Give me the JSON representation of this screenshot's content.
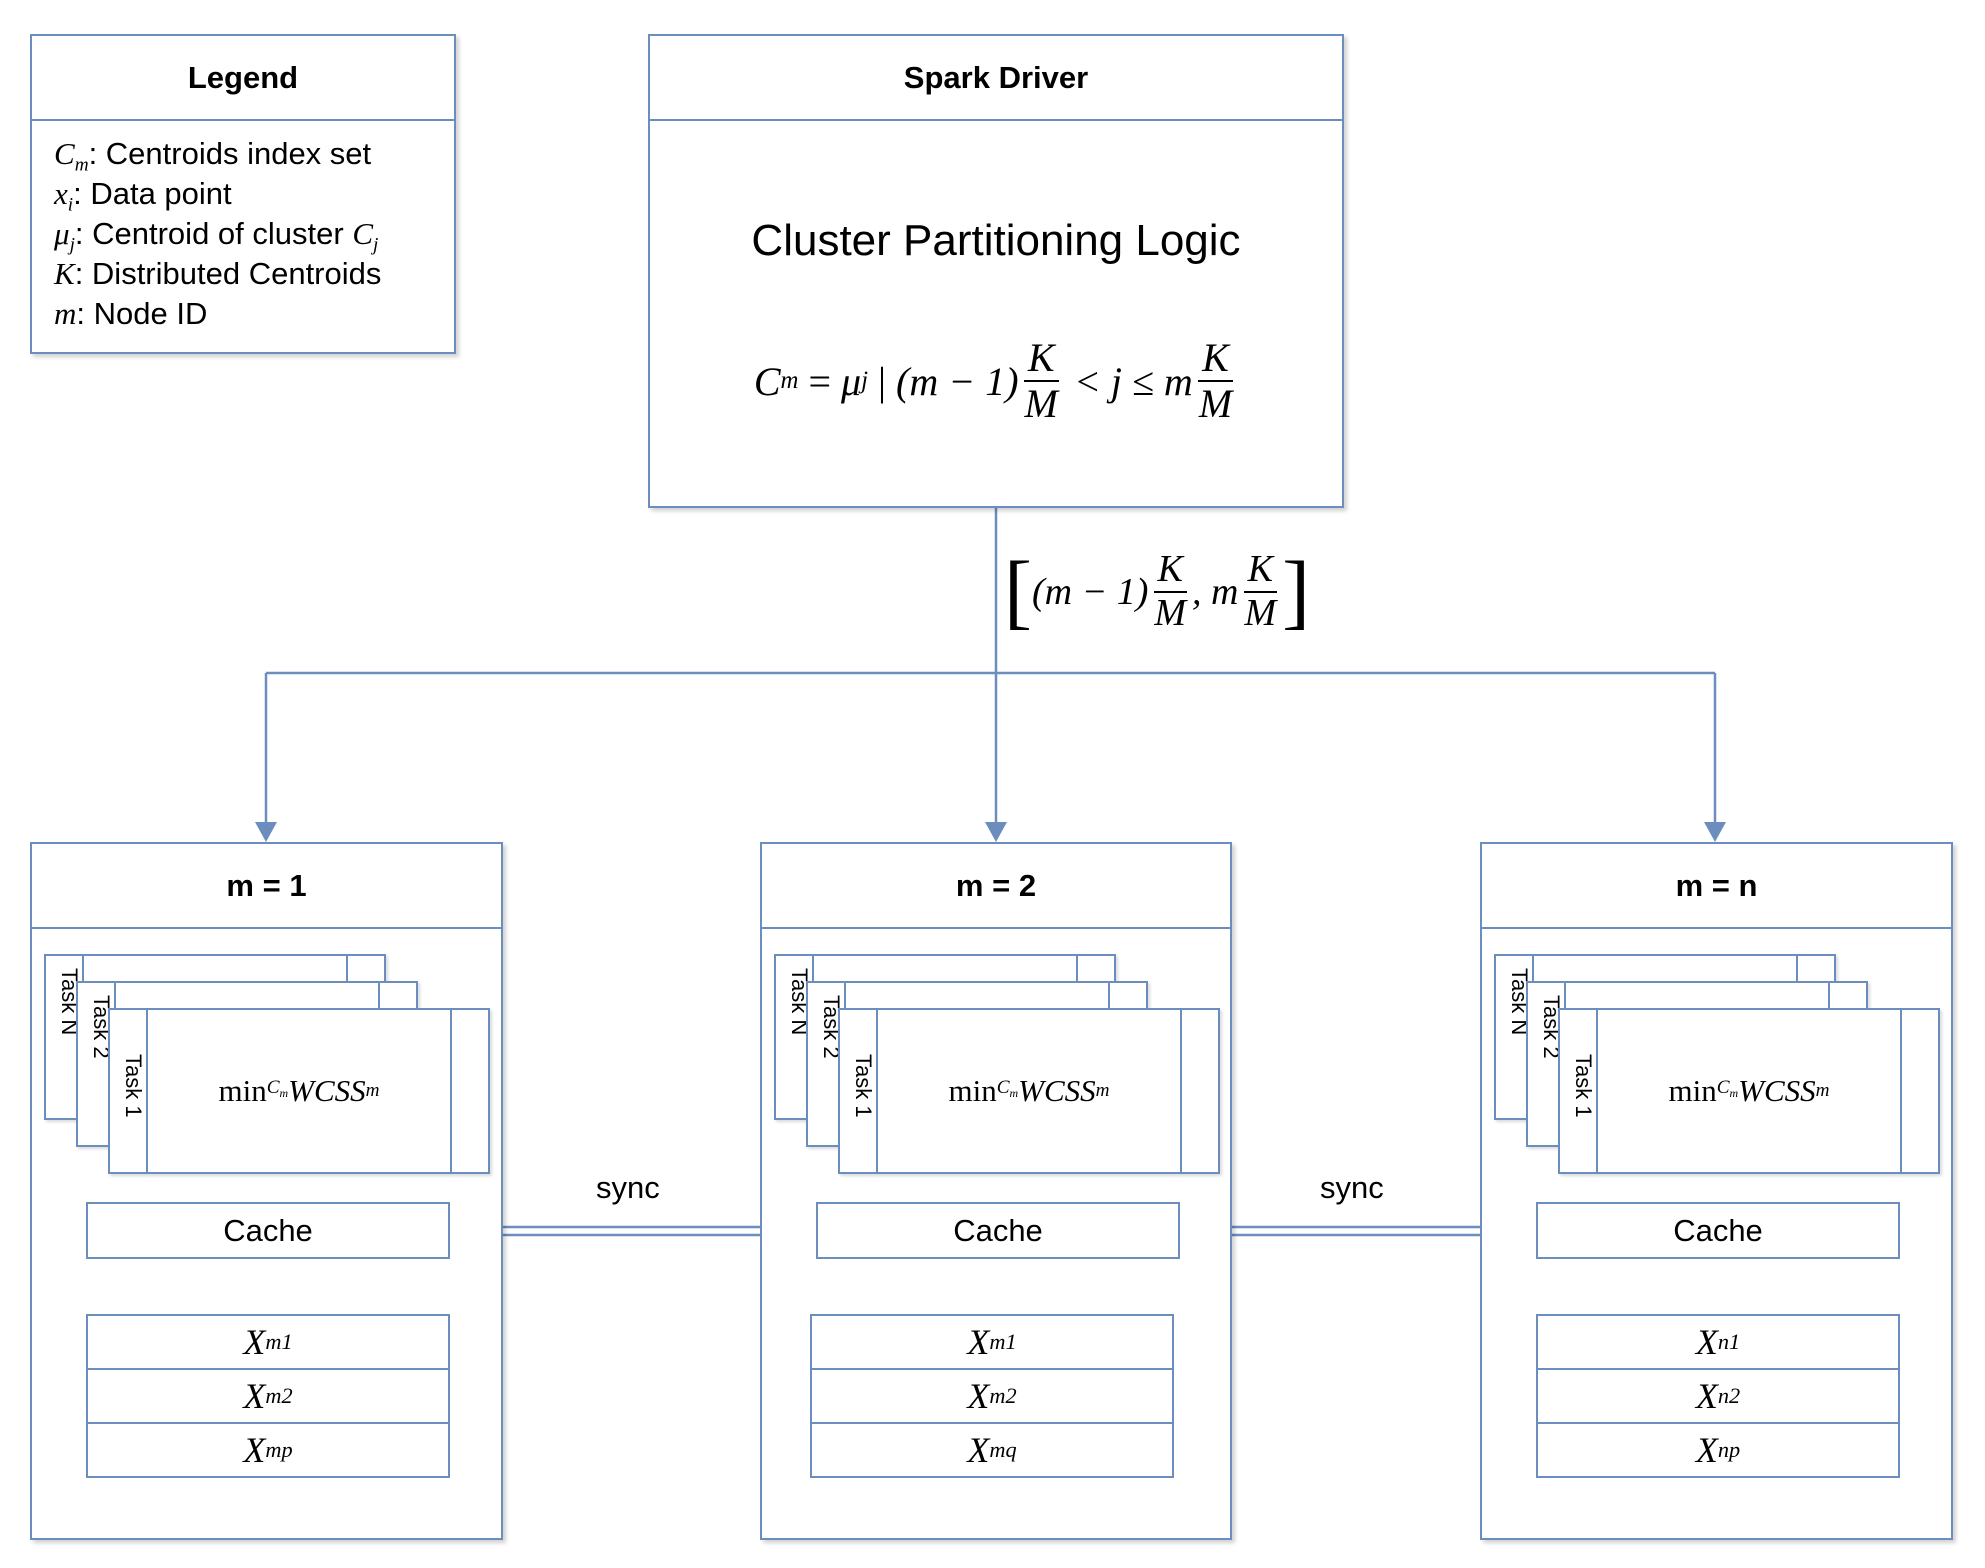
{
  "legend": {
    "title": "Legend",
    "items": [
      {
        "sym": "C",
        "sub": "m",
        "text": ": Centroids index set"
      },
      {
        "sym": "x",
        "sub": "i",
        "text": ": Data point"
      },
      {
        "sym": "μ",
        "sub": "j",
        "text": ": Centroid of cluster ",
        "sym2": "C",
        "sub2": "j"
      },
      {
        "sym": "K",
        "sub": "",
        "text": ": Distributed Centroids"
      },
      {
        "sym": "m",
        "sub": "",
        "text": ": Node ID"
      }
    ]
  },
  "driver": {
    "title": "Spark Driver",
    "subtitle": "Cluster Partitioning Logic",
    "formula": {
      "lhs": "C",
      "lhs_sub": "m",
      "eq": " = ",
      "mu": "μ",
      "mu_sub": "j",
      "bar": " | ",
      "left": "(m − 1)",
      "K": "K",
      "M": "M",
      "lt": " < j ≤ m"
    }
  },
  "range_label": {
    "left": "(m − 1)",
    "sep": ", m",
    "K": "K",
    "M": "M",
    "open": "[",
    "close": "]"
  },
  "sync_label": "sync",
  "nodes": [
    {
      "title": "m = 1",
      "tasks": [
        "Task N",
        "Task 2",
        "Task 1"
      ],
      "formula_min": "min",
      "formula_sub": "C",
      "formula_subsub": "m",
      "formula_main": "WCSS",
      "formula_main_sub": "m",
      "cache": "Cache",
      "data": [
        {
          "sym": "X",
          "sub": "m1"
        },
        {
          "sym": "X",
          "sub": "m2"
        },
        {
          "sym": "X",
          "sub": "mp"
        }
      ]
    },
    {
      "title": "m = 2",
      "tasks": [
        "Task N",
        "Task 2",
        "Task 1"
      ],
      "formula_min": "min",
      "formula_sub": "C",
      "formula_subsub": "m",
      "formula_main": "WCSS",
      "formula_main_sub": "m",
      "cache": "Cache",
      "data": [
        {
          "sym": "X",
          "sub": "m1"
        },
        {
          "sym": "X",
          "sub": "m2"
        },
        {
          "sym": "X",
          "sub": "mq"
        }
      ]
    },
    {
      "title": "m = n",
      "tasks": [
        "Task N",
        "Task 2",
        "Task 1"
      ],
      "formula_min": "min",
      "formula_sub": "C",
      "formula_subsub": "m",
      "formula_main": "WCSS",
      "formula_main_sub": "m",
      "cache": "Cache",
      "data": [
        {
          "sym": "X",
          "sub": "n1"
        },
        {
          "sym": "X",
          "sub": "n2"
        },
        {
          "sym": "X",
          "sub": "np"
        }
      ]
    }
  ],
  "colors": {
    "stroke": "#6c8ebf",
    "fill": "#ffffff",
    "text": "#000000"
  }
}
